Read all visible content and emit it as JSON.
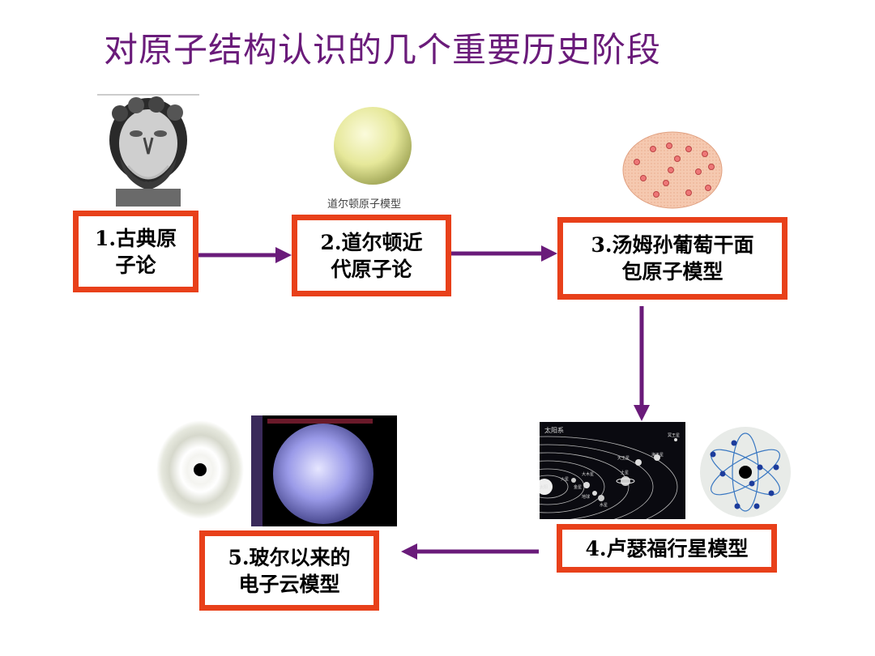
{
  "title": "对原子结构认识的几个重要历史阶段",
  "stages": [
    {
      "label": "1.古典原\n子论"
    },
    {
      "label": "2.道尔顿近\n代原子论"
    },
    {
      "label": "3.汤姆孙葡萄干面\n包原子模型"
    },
    {
      "label": "4.卢瑟福行星模型"
    },
    {
      "label": "5.玻尔以来的\n电子云模型"
    }
  ],
  "dalton_caption": "道尔顿原子模型",
  "solar": {
    "title": "太阳系",
    "labels": [
      "冥王星",
      "天王星",
      "海王星",
      "土星",
      "大木星",
      "太阳",
      "火星",
      "金星",
      "地球",
      "水星"
    ]
  },
  "colors": {
    "title": "#6a1b7a",
    "box_border": "#e8401a",
    "arrow": "#6a1b7a"
  }
}
